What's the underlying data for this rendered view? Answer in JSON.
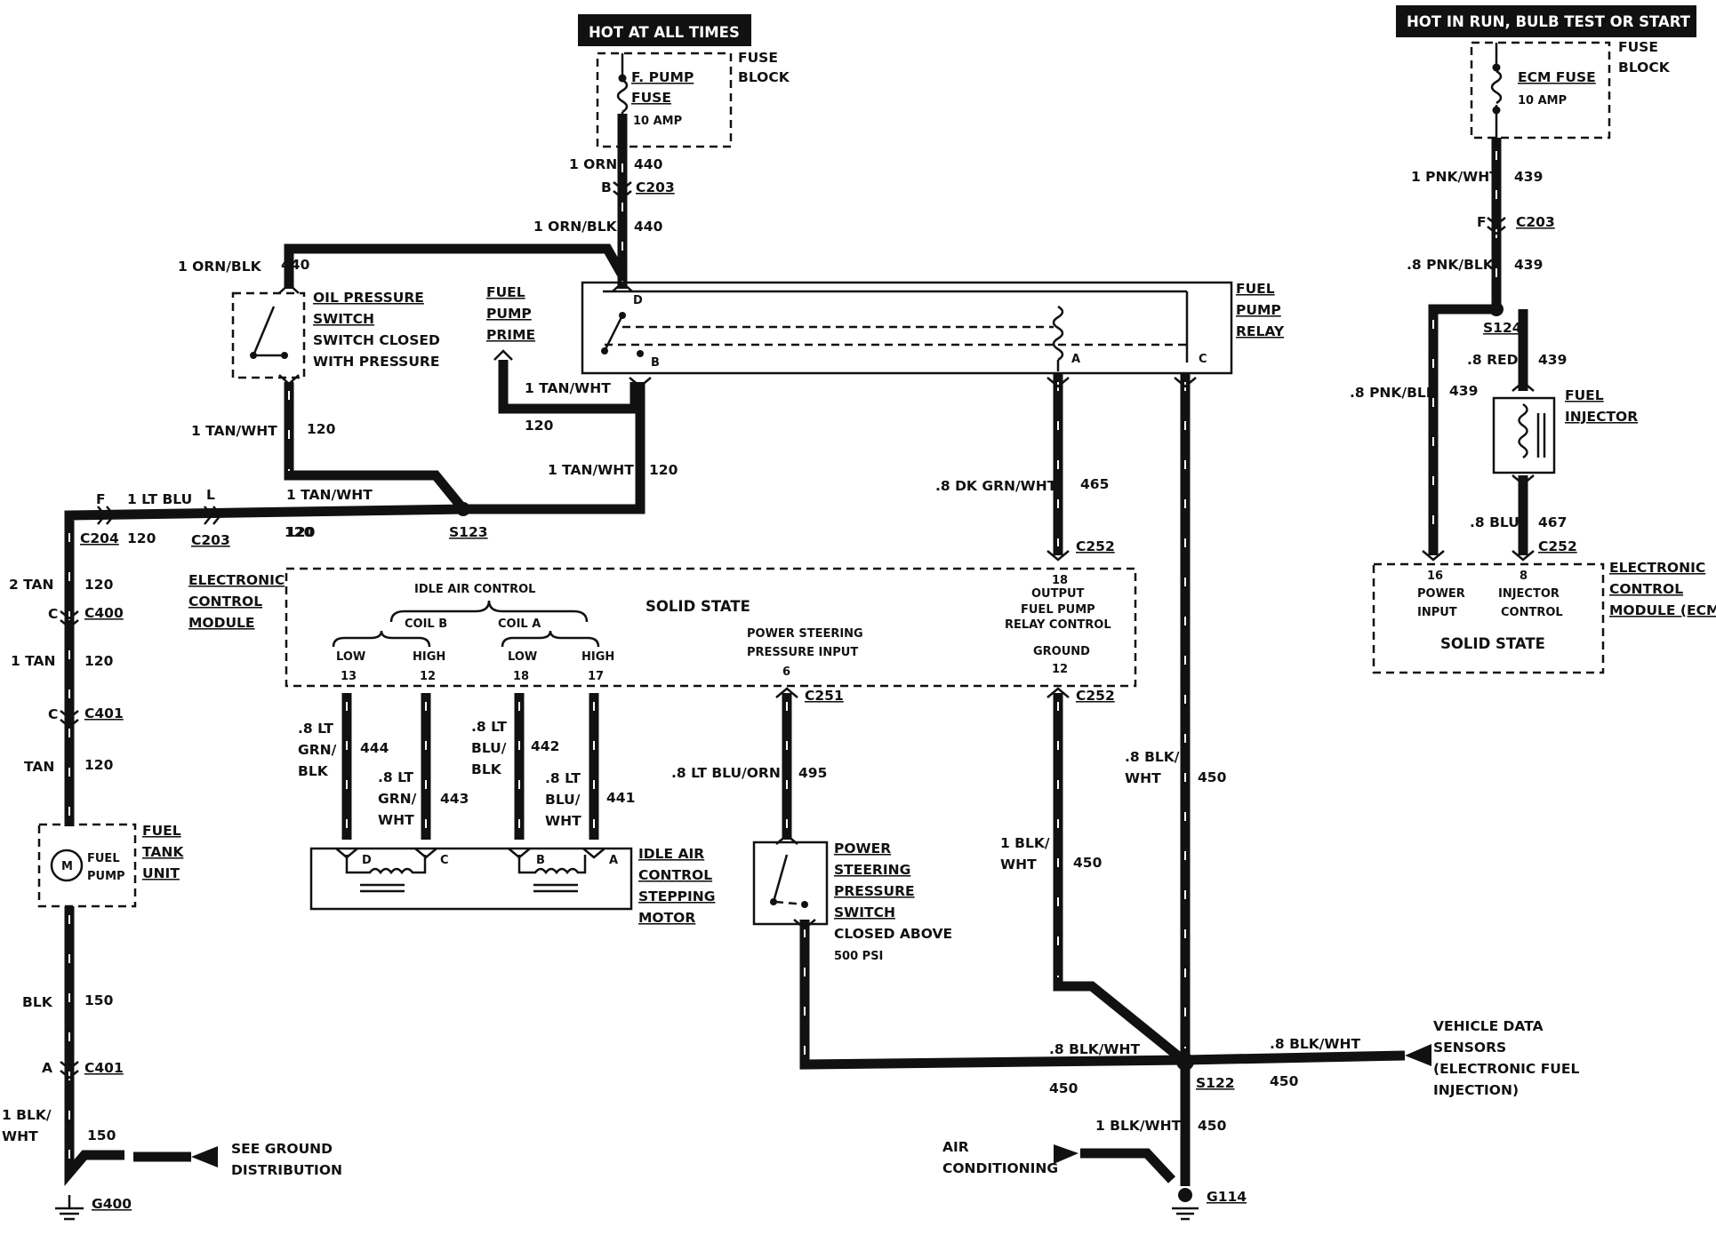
{
  "headers": {
    "hot_at_all_times": "HOT AT ALL TIMES",
    "hot_in_run": "HOT IN RUN,  BULB TEST OR START"
  },
  "fuse_block_left": {
    "fuse_label_1": "F. PUMP",
    "fuse_label_2": "FUSE",
    "rating": "10 AMP",
    "block_1": "FUSE",
    "block_2": "BLOCK"
  },
  "fuse_block_right": {
    "fuse_label": "ECM FUSE",
    "rating": "10 AMP",
    "block_1": "FUSE",
    "block_2": "BLOCK"
  },
  "wires": {
    "orn": "1 ORN",
    "orn_circuit": "440",
    "orn_blk_a": "1 ORN/BLK",
    "orn_blk_a_circuit": "440",
    "orn_blk_b": "1 ORN/BLK",
    "orn_blk_b_circuit": "440",
    "tan_wht_a": "1 TAN/WHT",
    "tan_wht_a_circuit": "120",
    "tan_wht_b": "1 TAN/WHT",
    "tan_wht_b_circuit": "120",
    "tan_wht_c": "1 TAN/WHT",
    "tan_wht_c_circuit": "120",
    "tan_wht_d": "1 TAN/WHT",
    "tan_wht_d_circuit": "120",
    "lt_blu": "1 LT BLU",
    "lt_blu_circuit_a": "120",
    "lt_blu_circuit_b": "120",
    "tan2": "2 TAN",
    "tan2_circuit": "120",
    "tan1": "1 TAN",
    "tan1_circuit": "120",
    "tan": "TAN",
    "tan_circuit": "120",
    "blk": "BLK",
    "blk_circuit": "150",
    "blk_wht_gnd_1": "1 BLK/",
    "blk_wht_gnd_2": "WHT",
    "blk_wht_gnd_circuit": "150",
    "dk_grn_wht": ".8 DK GRN/WHT",
    "dk_grn_wht_circuit": "465",
    "lt_grn_blk_1": ".8 LT",
    "lt_grn_blk_2": "GRN/",
    "lt_grn_blk_3": "BLK",
    "lt_grn_blk_circuit": "444",
    "lt_grn_wht_1": ".8 LT",
    "lt_grn_wht_2": "GRN/",
    "lt_grn_wht_3": "WHT",
    "lt_grn_wht_circuit": "443",
    "lt_blu_blk_1": ".8 LT",
    "lt_blu_blk_2": "BLU/",
    "lt_blu_blk_3": "BLK",
    "lt_blu_blk_circuit": "442",
    "lt_blu_wht_1": ".8 LT",
    "lt_blu_wht_2": "BLU/",
    "lt_blu_wht_3": "WHT",
    "lt_blu_wht_circuit": "441",
    "lt_blu_orn": ".8 LT BLU/ORN",
    "lt_blu_orn_circuit": "495",
    "blk_wht_relay_1": ".8 BLK/",
    "blk_wht_relay_2": "WHT",
    "blk_wht_relay_circuit": "450",
    "blk_wht_ecm_1": "1 BLK/",
    "blk_wht_ecm_2": "WHT",
    "blk_wht_ecm_circuit": "450",
    "blk_wht_s122_left": ".8 BLK/WHT",
    "blk_wht_s122_left_circuit": "450",
    "blk_wht_s122_right": ".8 BLK/WHT",
    "blk_wht_s122_right_circuit": "450",
    "blk_wht_g114": "1 BLK/WHT",
    "blk_wht_g114_circuit": "450",
    "pnk_wht": "1 PNK/WHT",
    "pnk_wht_circuit": "439",
    "pnk_blk_a": ".8 PNK/BLK",
    "pnk_blk_a_circuit": "439",
    "pnk_blk_b": ".8 PNK/BLK",
    "pnk_blk_b_circuit": "439",
    "red": ".8 RED",
    "red_circuit": "439",
    "blu": ".8 BLU",
    "blu_circuit": "467"
  },
  "connectors": {
    "b_pin": "B",
    "c203_top": "C203",
    "f_pin_right": "F",
    "c203_right": "C203",
    "f_pin_left": "F",
    "c204": "C204",
    "l_pin": "L",
    "c203_left": "C203",
    "c_pin_1": "C",
    "c400": "C400",
    "c_pin_2": "C",
    "c401_top": "C401",
    "a_pin": "A",
    "c401_bottom": "C401",
    "c252_top": "C252",
    "c251": "C251",
    "c252_mid": "C252",
    "c252_ecm": "C252",
    "s123": "S123",
    "s124": "S124",
    "s122": "S122",
    "g400": "G400",
    "g114": "G114"
  },
  "components": {
    "oil_1": "OIL PRESSURE",
    "oil_2": "SWITCH",
    "oil_3": "SWITCH CLOSED",
    "oil_4": "WITH PRESSURE",
    "prime_1": "FUEL",
    "prime_2": "PUMP",
    "prime_3": "PRIME",
    "relay_1": "FUEL",
    "relay_2": "PUMP",
    "relay_3": "RELAY",
    "relay_pin_d": "D",
    "relay_pin_b": "B",
    "relay_pin_a": "A",
    "relay_pin_c": "C",
    "tank_1": "FUEL",
    "tank_2": "TANK",
    "tank_3": "UNIT",
    "pump_1": "FUEL",
    "pump_2": "PUMP",
    "motor_m": "M",
    "iac_1": "IDLE AIR",
    "iac_2": "CONTROL",
    "iac_3": "STEPPING",
    "iac_4": "MOTOR",
    "iac_pin_d": "D",
    "iac_pin_c": "C",
    "iac_pin_b": "B",
    "iac_pin_a": "A",
    "ps_1": "POWER",
    "ps_2": "STEERING",
    "ps_3": "PRESSURE",
    "ps_4": "SWITCH",
    "ps_5": "CLOSED ABOVE",
    "ps_6": "500 PSI",
    "inj_1": "FUEL",
    "inj_2": "INJECTOR",
    "ground_1": "SEE GROUND",
    "ground_2": "DISTRIBUTION",
    "air_1": "AIR",
    "air_2": "CONDITIONING",
    "vds_1": "VEHICLE DATA",
    "vds_2": "SENSORS",
    "vds_3": "(ELECTRONIC FUEL",
    "vds_4": "INJECTION)"
  },
  "ecm_left": {
    "title_1": "ELECTRONIC",
    "title_2": "CONTROL",
    "title_3": "MODULE",
    "solid_state": "SOLID STATE",
    "iac_group": "IDLE AIR CONTROL",
    "coil_b": "COIL B",
    "coil_a": "COIL  A",
    "low_b": "LOW",
    "high_b": "HIGH",
    "low_a": "LOW",
    "high_a": "HIGH",
    "pin_13": "13",
    "pin_12": "12",
    "pin_18": "18",
    "pin_17": "17",
    "ps_input_1": "POWER STEERING",
    "ps_input_2": "PRESSURE INPUT",
    "pin_6": "6",
    "relay_ctrl_pin": "18",
    "relay_ctrl_1": "OUTPUT",
    "relay_ctrl_2": "FUEL PUMP",
    "relay_ctrl_3": "RELAY CONTROL",
    "ground_label": "GROUND",
    "ground_pin": "12"
  },
  "ecm_right": {
    "title_1": "ELECTRONIC",
    "title_2": "CONTROL",
    "title_3": "MODULE (ECM)",
    "pin_16": "16",
    "power_1": "POWER",
    "power_2": "INPUT",
    "pin_8": "8",
    "inj_ctrl_1": "INJECTOR",
    "inj_ctrl_2": "CONTROL",
    "solid_state": "SOLID STATE"
  }
}
